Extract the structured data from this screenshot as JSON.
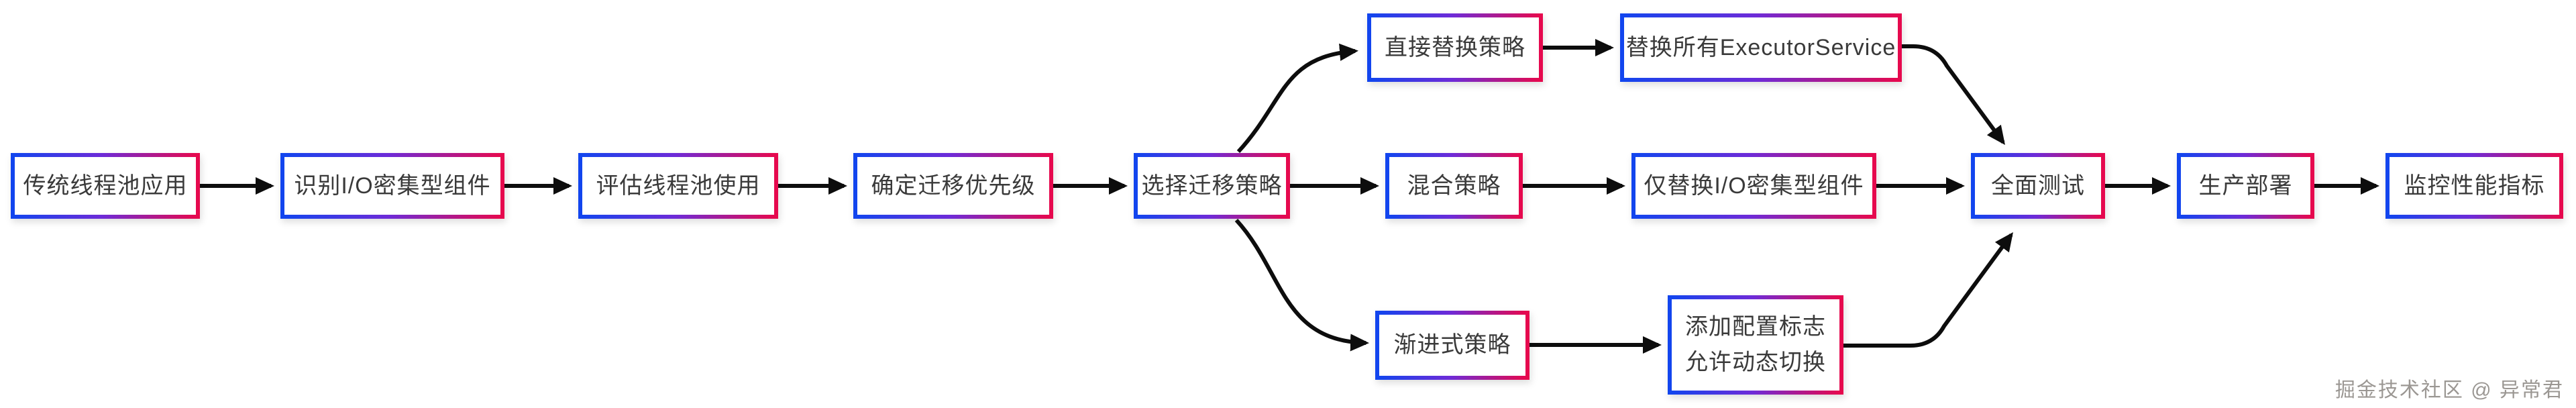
{
  "diagram": {
    "type": "flowchart",
    "direction": "left-to-right",
    "nodes": {
      "n1": {
        "label": "传统线程池应用"
      },
      "n2": {
        "label": "识别I/O密集型组件"
      },
      "n3": {
        "label": "评估线程池使用"
      },
      "n4": {
        "label": "确定迁移优先级"
      },
      "n5": {
        "label": "选择迁移策略"
      },
      "n6": {
        "label": "直接替换策略"
      },
      "n7": {
        "label": "混合策略"
      },
      "n8": {
        "label": "替换所有ExecutorService"
      },
      "n9": {
        "label": "渐进式策略"
      },
      "n10": {
        "label": "仅替换I/O密集型组件"
      },
      "n11": {
        "label": "添加配置标志\n允许动态切换"
      },
      "n12": {
        "label": "全面测试"
      },
      "n13": {
        "label": "生产部署"
      },
      "n14": {
        "label": "监控性能指标"
      }
    },
    "edges": [
      {
        "from": "传统线程池应用",
        "to": "识别I/O密集型组件"
      },
      {
        "from": "识别I/O密集型组件",
        "to": "评估线程池使用"
      },
      {
        "from": "评估线程池使用",
        "to": "确定迁移优先级"
      },
      {
        "from": "确定迁移优先级",
        "to": "选择迁移策略"
      },
      {
        "from": "选择迁移策略",
        "to": "直接替换策略"
      },
      {
        "from": "选择迁移策略",
        "to": "混合策略"
      },
      {
        "from": "选择迁移策略",
        "to": "渐进式策略"
      },
      {
        "from": "直接替换策略",
        "to": "替换所有ExecutorService"
      },
      {
        "from": "混合策略",
        "to": "仅替换I/O密集型组件"
      },
      {
        "from": "渐进式策略",
        "to": "添加配置标志 允许动态切换"
      },
      {
        "from": "替换所有ExecutorService",
        "to": "全面测试"
      },
      {
        "from": "仅替换I/O密集型组件",
        "to": "全面测试"
      },
      {
        "from": "添加配置标志 允许动态切换",
        "to": "全面测试"
      },
      {
        "from": "全面测试",
        "to": "生产部署"
      },
      {
        "from": "生产部署",
        "to": "监控性能指标"
      }
    ]
  },
  "watermark": {
    "text": "掘金技术社区 @ 异常君"
  },
  "colors": {
    "border_gradient_start": "#1245ee",
    "border_gradient_mid": "#6d2bd8",
    "border_gradient_end": "#e6094e",
    "arrow_color": "#0d0d0d",
    "text_color": "#3a3a3a",
    "watermark_color": "#9b9793",
    "background": "#ffffff"
  }
}
